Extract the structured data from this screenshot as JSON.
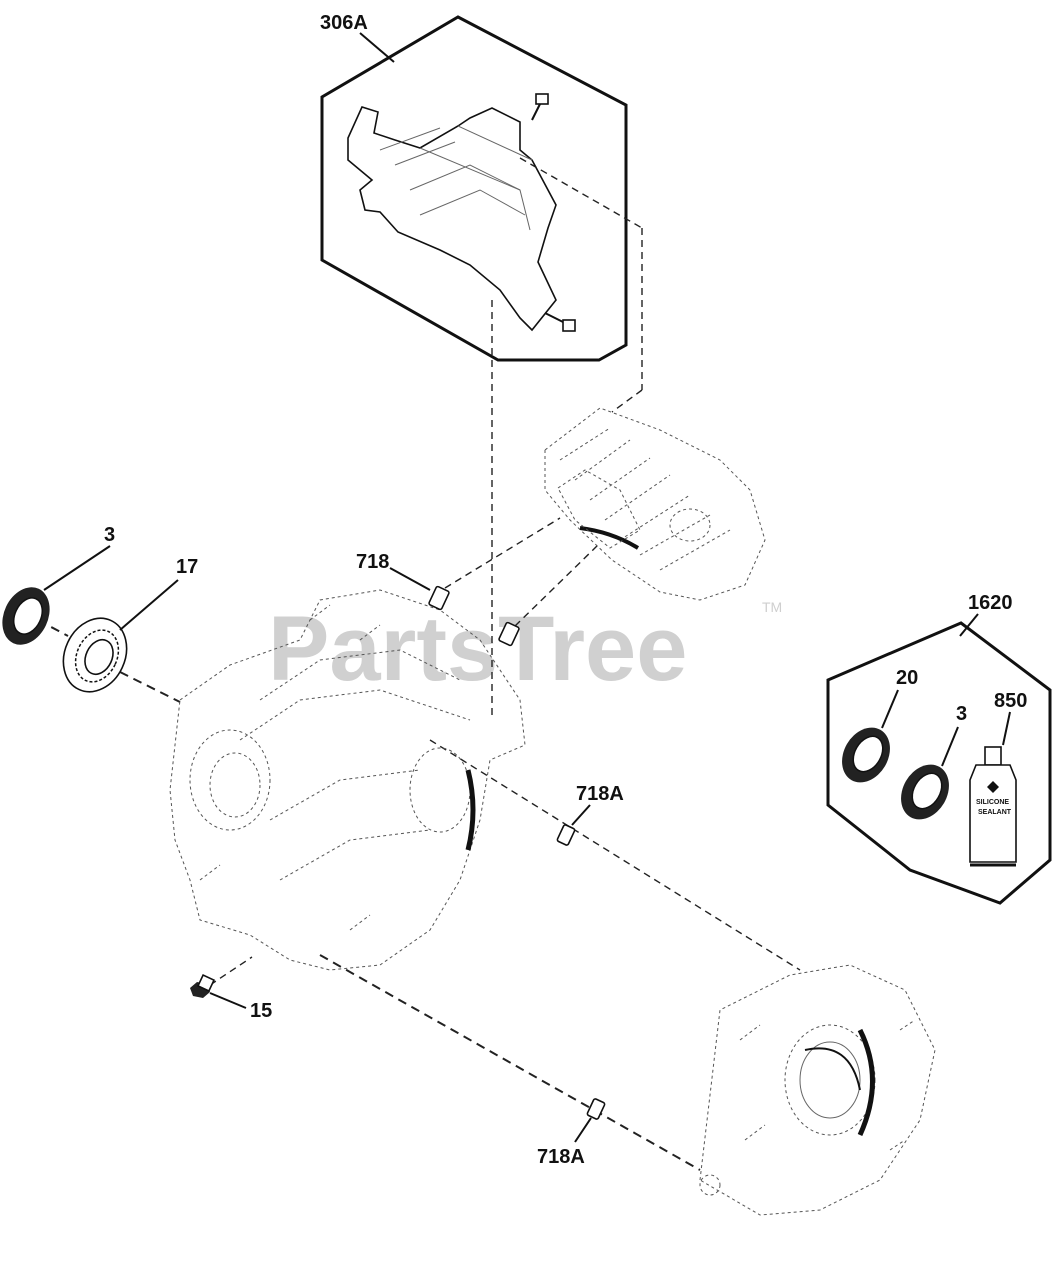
{
  "watermark": {
    "text": "PartsTree",
    "trademark": "TM"
  },
  "callouts": {
    "heat_shield": "306A",
    "seal_left": "3",
    "bearing": "17",
    "dowel_top": "718",
    "dowel_mid": "718A",
    "dowel_bottom": "718A",
    "plug": "15",
    "kit": "1620",
    "kit_seal_20": "20",
    "kit_seal_3": "3",
    "kit_sealant": "850"
  },
  "tube_label": {
    "line1": "SILICONE",
    "line2": "SEALANT"
  }
}
